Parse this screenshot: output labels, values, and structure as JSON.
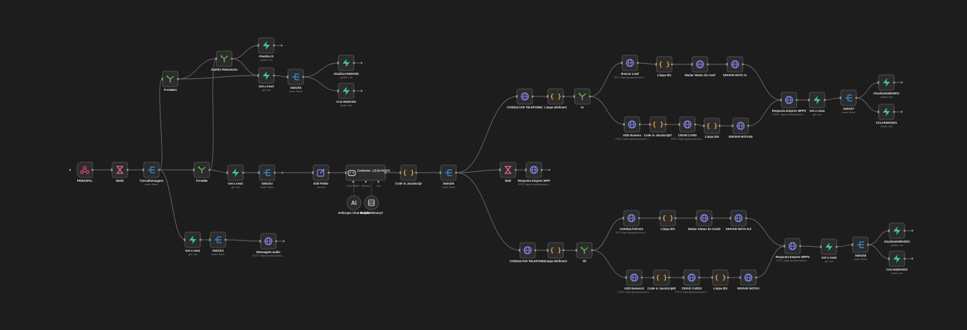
{
  "colors": {
    "background": "#1d1d1d",
    "node_fill": "#2c2c2c",
    "node_border": "#5a5a5a",
    "edge": "#6b6b6b",
    "trigger": "#e0437a",
    "wait": "#e56a8d",
    "switch": "#3a8fdb",
    "merge": "#5fbf4a",
    "supabase": "#3ecf8e",
    "http": "#8a8ef5",
    "code": "#e8a33d",
    "edit": "#7c8cf8",
    "start_dot": "#ff6d3a"
  },
  "nodes": [
    {
      "id": "principal",
      "icon": "trigger-icon",
      "label": "PRINCIPAL",
      "sub": ""
    },
    {
      "id": "wait3",
      "icon": "hourglass-icon",
      "label": "Wait3",
      "sub": ""
    },
    {
      "id": "txtaudio",
      "icon": "switch-icon",
      "label": "TxtAudioImagem",
      "sub": "mode: Rules"
    },
    {
      "id": "fromme1",
      "icon": "merge-icon",
      "label": "FromMe1",
      "sub": ""
    },
    {
      "id": "gatilho",
      "icon": "merge-icon",
      "label": "Gatilho Robomaria",
      "sub": ""
    },
    {
      "id": "atualiza6",
      "icon": "supabase-icon",
      "label": "Atualiza IA",
      "sub": "update: row"
    },
    {
      "id": "getrow3",
      "icon": "supabase-icon",
      "label": "Get a row3",
      "sub": "get: row"
    },
    {
      "id": "switch5",
      "icon": "switch-icon",
      "label": "Switch5",
      "sub": "mode: Rules"
    },
    {
      "id": "atualizahumano",
      "icon": "supabase-icon",
      "label": "Atualiza HUMANO",
      "sub": "update: row"
    },
    {
      "id": "criahumano",
      "icon": "supabase-icon",
      "label": "Cria HUMANO",
      "sub": "create: row"
    },
    {
      "id": "fromme",
      "icon": "merge-icon",
      "label": "FromMe",
      "sub": ""
    },
    {
      "id": "getrow2",
      "icon": "supabase-icon",
      "label": "Get a row2",
      "sub": "get: row"
    },
    {
      "id": "switch4",
      "icon": "switch-icon",
      "label": "Switch4",
      "sub": "mode: Rules"
    },
    {
      "id": "editfields",
      "icon": "edit-icon",
      "label": "Edit Fields",
      "sub": "manual"
    },
    {
      "id": "agent",
      "icon": "robot-icon",
      "label": "Contexto - LEAD NOVO",
      "sub": "",
      "agent": true
    },
    {
      "id": "codejs",
      "icon": "code-icon",
      "label": "Code in JavaScript",
      "sub": ""
    },
    {
      "id": "switch6",
      "icon": "switch-icon",
      "label": "Switch6",
      "sub": "mode: Rules"
    },
    {
      "id": "wait",
      "icon": "hourglass-icon",
      "label": "Wait",
      "sub": ""
    },
    {
      "id": "respwpp",
      "icon": "globe-icon",
      "label": "Resposta Empres WPP",
      "sub": "POST: https://evolutionmenu..."
    },
    {
      "id": "getrow1",
      "icon": "supabase-icon",
      "label": "Get a row1",
      "sub": "get: row"
    },
    {
      "id": "switch3",
      "icon": "switch-icon",
      "label": "Switch3",
      "sub": "mode: Rules"
    },
    {
      "id": "msgaudio",
      "icon": "globe-icon",
      "label": "Mensagem audio",
      "sub": "POST: https://evolutionmenu..."
    },
    {
      "id": "anthropic",
      "icon": "anthropic-icon",
      "label": "Anthropic Chat Model4",
      "sub": "",
      "circle": true
    },
    {
      "id": "memory",
      "icon": "memory-icon",
      "label": "Simple Memory7",
      "sub": "",
      "circle": true
    },
    {
      "id": "consultel1",
      "icon": "globe-icon",
      "label": "CONSULTAR TELEFONE1",
      "sub": ""
    },
    {
      "id": "limpatel1",
      "icon": "code-icon",
      "label": "Limpa telefone1",
      "sub": ""
    },
    {
      "id": "ifa",
      "icon": "merge-icon",
      "label": "IA",
      "sub": ""
    },
    {
      "id": "buscarlead",
      "icon": "globe-icon",
      "label": "Buscar Lead",
      "sub": "GET: https://gnoprovocore.b..."
    },
    {
      "id": "limpaid1",
      "icon": "code-icon",
      "label": "Limpa ID1",
      "sub": ""
    },
    {
      "id": "mudarstatus",
      "icon": "globe-icon",
      "label": "Mudar Status do Card",
      "sub": ""
    },
    {
      "id": "enviarnota4",
      "icon": "globe-icon",
      "label": "ENVIAR NOTA IA",
      "sub": ""
    },
    {
      "id": "addnumero",
      "icon": "globe-icon",
      "label": "ADD Numero",
      "sub": "POST: https://gnoprovocore.b..."
    },
    {
      "id": "codejs7",
      "icon": "code-icon",
      "label": "Code in JavaScript7",
      "sub": ""
    },
    {
      "id": "criarcard",
      "icon": "globe-icon",
      "label": "CRIAR CARD",
      "sub": "POST: https://gnoprovocore.b..."
    },
    {
      "id": "limpaid4",
      "icon": "code-icon",
      "label": "Limpa ID4",
      "sub": ""
    },
    {
      "id": "enviarnotas6",
      "icon": "globe-icon",
      "label": "ENVIAR NOTAS6",
      "sub": ""
    },
    {
      "id": "respwpp2",
      "icon": "globe-icon",
      "label": "Resposta Empres WPP2",
      "sub": "POST: https://evolutionmenu..."
    },
    {
      "id": "getrow4",
      "icon": "supabase-icon",
      "label": "Get a row4",
      "sub": "get: row"
    },
    {
      "id": "switch7",
      "icon": "switch-icon",
      "label": "Switch7",
      "sub": "mode: Rules"
    },
    {
      "id": "atualizahumano1",
      "icon": "supabase-icon",
      "label": "AtualizaHUMANO1",
      "sub": "update: row"
    },
    {
      "id": "criahumano1",
      "icon": "supabase-icon",
      "label": "Cria HUMANO1",
      "sub": "create: row"
    },
    {
      "id": "consultel2",
      "icon": "globe-icon",
      "label": "CONSULTAR TELEFONE3",
      "sub": ""
    },
    {
      "id": "limpatel3",
      "icon": "code-icon",
      "label": "Limpa telefone3",
      "sub": ""
    },
    {
      "id": "if3",
      "icon": "merge-icon",
      "label": "If3",
      "sub": ""
    },
    {
      "id": "consultarid",
      "icon": "globe-icon",
      "label": "CONSULTAR ID3",
      "sub": "GET: https://gnoprovocore.b..."
    },
    {
      "id": "limpaid3",
      "icon": "code-icon",
      "label": "Limpa ID3",
      "sub": ""
    },
    {
      "id": "mudarstatus3",
      "icon": "globe-icon",
      "label": "Mudar Status do Card3",
      "sub": ""
    },
    {
      "id": "enviarnota3",
      "icon": "globe-icon",
      "label": "ENVIAR NOTA IA3",
      "sub": ""
    },
    {
      "id": "addnumero2",
      "icon": "globe-icon",
      "label": "ADD Numero2",
      "sub": "POST: https://gnoprovocore.b..."
    },
    {
      "id": "codejs8",
      "icon": "code-icon",
      "label": "Code in JavaScript8",
      "sub": ""
    },
    {
      "id": "criarcard3",
      "icon": "globe-icon",
      "label": "CRIAR CARD3",
      "sub": "POST: https://gnoprovocore.b..."
    },
    {
      "id": "limpaid5",
      "icon": "code-icon",
      "label": "Limpa ID3",
      "sub": ""
    },
    {
      "id": "enviarnotas",
      "icon": "globe-icon",
      "label": "ENVIAR NOTAS",
      "sub": ""
    },
    {
      "id": "respwpp3",
      "icon": "globe-icon",
      "label": "Resposta Empres WPP3",
      "sub": "POST: https://evolutionmenu..."
    },
    {
      "id": "getrow5",
      "icon": "supabase-icon",
      "label": "Get a row5",
      "sub": "get: row"
    },
    {
      "id": "switch8",
      "icon": "switch-icon",
      "label": "Switch8",
      "sub": "mode: Rules"
    },
    {
      "id": "atualizahumano2",
      "icon": "supabase-icon",
      "label": "AtualizaHUMANO2",
      "sub": "update: row"
    },
    {
      "id": "criahumano2",
      "icon": "supabase-icon",
      "label": "Cria HUMANO2",
      "sub": "create: row"
    }
  ],
  "edges": [
    [
      "principal",
      "wait3"
    ],
    [
      "wait3",
      "txtaudio"
    ],
    [
      "txtaudio",
      "fromme1"
    ],
    [
      "txtaudio",
      "fromme"
    ],
    [
      "txtaudio",
      "getrow1"
    ],
    [
      "fromme1",
      "gatilho"
    ],
    [
      "fromme1",
      "getrow3"
    ],
    [
      "gatilho",
      "atualiza6"
    ],
    [
      "gatilho",
      "getrow3"
    ],
    [
      "getrow3",
      "switch5"
    ],
    [
      "switch5",
      "atualizahumano"
    ],
    [
      "switch5",
      "criahumano"
    ],
    [
      "fromme",
      "gatilho"
    ],
    [
      "fromme",
      "getrow2"
    ],
    [
      "getrow2",
      "switch4"
    ],
    [
      "switch4",
      "editfields"
    ],
    [
      "editfields",
      "agent"
    ],
    [
      "agent",
      "codejs"
    ],
    [
      "codejs",
      "switch6"
    ],
    [
      "switch6",
      "consultel1"
    ],
    [
      "switch6",
      "wait"
    ],
    [
      "switch6",
      "consultel2"
    ],
    [
      "wait",
      "respwpp"
    ],
    [
      "getrow1",
      "switch3"
    ],
    [
      "switch3",
      "msgaudio"
    ],
    [
      "consultel1",
      "limpatel1"
    ],
    [
      "limpatel1",
      "ifa"
    ],
    [
      "ifa",
      "buscarlead"
    ],
    [
      "ifa",
      "addnumero"
    ],
    [
      "buscarlead",
      "limpaid1"
    ],
    [
      "limpaid1",
      "mudarstatus"
    ],
    [
      "mudarstatus",
      "enviarnota4"
    ],
    [
      "enviarnota4",
      "respwpp2"
    ],
    [
      "addnumero",
      "codejs7"
    ],
    [
      "codejs7",
      "criarcard"
    ],
    [
      "criarcard",
      "limpaid4"
    ],
    [
      "limpaid4",
      "enviarnotas6"
    ],
    [
      "enviarnotas6",
      "respwpp2"
    ],
    [
      "respwpp2",
      "getrow4"
    ],
    [
      "getrow4",
      "switch7"
    ],
    [
      "switch7",
      "atualizahumano1"
    ],
    [
      "switch7",
      "criahumano1"
    ],
    [
      "consultel2",
      "limpatel3"
    ],
    [
      "limpatel3",
      "if3"
    ],
    [
      "if3",
      "consultarid"
    ],
    [
      "if3",
      "addnumero2"
    ],
    [
      "consultarid",
      "limpaid3"
    ],
    [
      "limpaid3",
      "mudarstatus3"
    ],
    [
      "mudarstatus3",
      "enviarnota3"
    ],
    [
      "enviarnota3",
      "respwpp3"
    ],
    [
      "addnumero2",
      "codejs8"
    ],
    [
      "codejs8",
      "criarcard3"
    ],
    [
      "criarcard3",
      "limpaid5"
    ],
    [
      "limpaid5",
      "enviarnotas"
    ],
    [
      "enviarnotas",
      "respwpp3"
    ],
    [
      "respwpp3",
      "getrow5"
    ],
    [
      "getrow5",
      "switch8"
    ],
    [
      "switch8",
      "atualizahumano2"
    ],
    [
      "switch8",
      "criahumano2"
    ]
  ],
  "agent_ports": [
    "Chat Model*",
    "Memory",
    "Tool"
  ]
}
